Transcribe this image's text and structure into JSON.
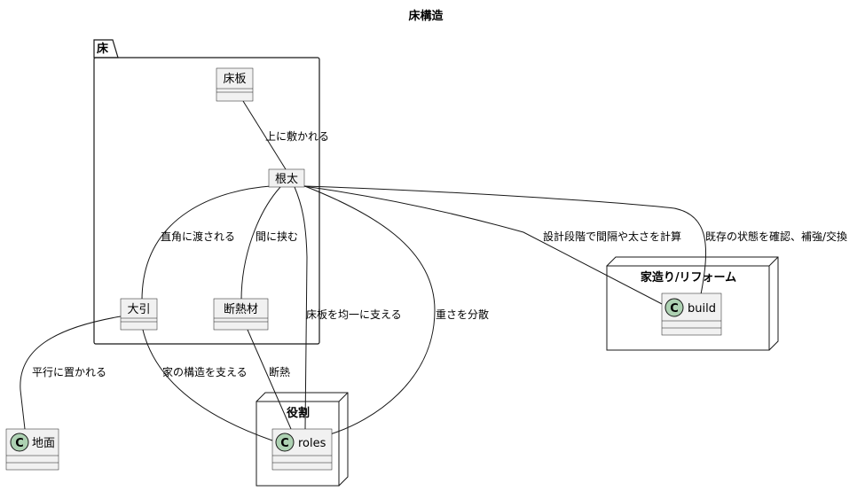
{
  "title": "床構造",
  "package": {
    "name": "床"
  },
  "nodes": {
    "yukaita": "床板",
    "neta": "根太",
    "obiki": "大引",
    "dannetsu": "断熱材"
  },
  "groups": {
    "roles_group": "役割",
    "build_group": "家造り/リフォーム"
  },
  "classes": {
    "roles": {
      "name": "roles",
      "stereotype": "C"
    },
    "build": {
      "name": "build",
      "stereotype": "C"
    },
    "jimen": {
      "name": "地面",
      "stereotype": "C"
    }
  },
  "edges": [
    {
      "id": "yukaita-neta",
      "label": "上に敷かれる"
    },
    {
      "id": "neta-obiki",
      "label": "直角に渡される"
    },
    {
      "id": "neta-dannetsu",
      "label": "間に挟む"
    },
    {
      "id": "neta-roles-1",
      "label": "床板を均一に支える"
    },
    {
      "id": "neta-roles-2",
      "label": "重さを分散"
    },
    {
      "id": "neta-build-1",
      "label": "設計段階で間隔や太さを計算"
    },
    {
      "id": "neta-build-2",
      "label": "既存の状態を確認、補強/交換"
    },
    {
      "id": "obiki-jimen",
      "label": "平行に置かれる"
    },
    {
      "id": "obiki-roles",
      "label": "家の構造を支える"
    },
    {
      "id": "dannetsu-roles",
      "label": "断熱"
    }
  ],
  "colors": {
    "class_icon": "#add1b2",
    "box_fill": "#f1f1f1",
    "line": "#181818"
  }
}
